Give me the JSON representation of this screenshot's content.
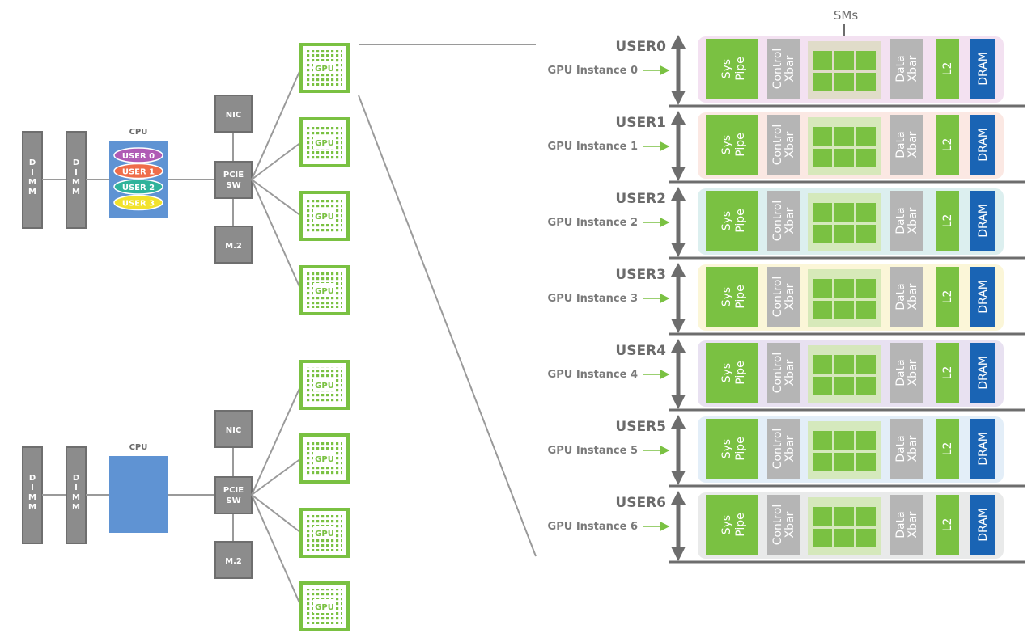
{
  "colors": {
    "nvidia_green": "#76b900",
    "block_green": "#7ac142",
    "xbar_gray": "#b5b5b5",
    "dram_blue": "#1a64b4",
    "component_gray": "#8c8c8c",
    "cpu_blue": "#5f93d3",
    "arrow_gray": "#6d6d6d"
  },
  "left": {
    "system_top": {
      "dimm_labels": [
        "DIMM",
        "DIMM"
      ],
      "cpu_label": "CPU",
      "cpu_users": [
        {
          "label": "USER 0",
          "color": "#b05bb5"
        },
        {
          "label": "USER 1",
          "color": "#ef6d4a"
        },
        {
          "label": "USER 2",
          "color": "#2fb39b"
        },
        {
          "label": "USER 3",
          "color": "#f2e22c"
        }
      ],
      "nic_label": "NIC",
      "pcie_label_1": "PCIE",
      "pcie_label_2": "SW",
      "m2_label": "M.2",
      "gpu_labels": [
        "GPU",
        "GPU",
        "GPU",
        "GPU"
      ]
    },
    "system_bottom": {
      "dimm_labels": [
        "DIMM",
        "DIMM"
      ],
      "cpu_label": "CPU",
      "nic_label": "NIC",
      "pcie_label_1": "PCIE",
      "pcie_label_2": "SW",
      "m2_label": "M.2",
      "gpu_labels": [
        "GPU",
        "GPU",
        "GPU",
        "GPU"
      ]
    }
  },
  "right": {
    "sms_label": "SMs",
    "instances": [
      {
        "user": "USER0",
        "instance": "GPU Instance 0",
        "bg": "#f3e1f1"
      },
      {
        "user": "USER1",
        "instance": "GPU Instance 1",
        "bg": "#fbe8e3"
      },
      {
        "user": "USER2",
        "instance": "GPU Instance 2",
        "bg": "#dcefef"
      },
      {
        "user": "USER3",
        "instance": "GPU Instance 3",
        "bg": "#fbf6d8"
      },
      {
        "user": "USER4",
        "instance": "GPU Instance 4",
        "bg": "#e8e1f1"
      },
      {
        "user": "USER5",
        "instance": "GPU Instance 5",
        "bg": "#e3eef8"
      },
      {
        "user": "USER6",
        "instance": "GPU Instance 6",
        "bg": "#e9eaea"
      }
    ],
    "blocks": {
      "sys_pipe_1": "Sys",
      "sys_pipe_2": "Pipe",
      "control_xbar_1": "Control",
      "control_xbar_2": "Xbar",
      "data_xbar_1": "Data",
      "data_xbar_2": "Xbar",
      "l2": "L2",
      "dram": "DRAM"
    }
  }
}
